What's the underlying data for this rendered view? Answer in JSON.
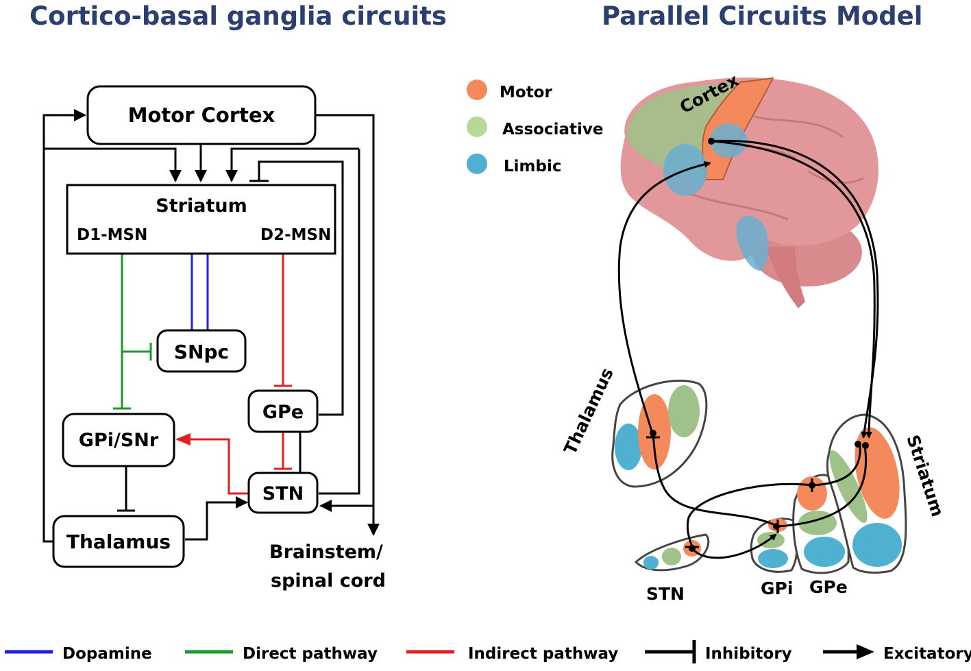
{
  "titles": {
    "left": "Cortico-basal ganglia circuits",
    "right": "Parallel Circuits Model"
  },
  "nodes": {
    "motor_cortex": "Motor Cortex",
    "striatum": "Striatum",
    "d1_msn": "D1-MSN",
    "d2_msn": "D2-MSN",
    "snpc": "SNpc",
    "gpe": "GPe",
    "gpi_snr": "GPi/SNr",
    "stn": "STN",
    "thalamus": "Thalamus",
    "brainstem_line1": "Brainstem/",
    "brainstem_line2": "spinal cord"
  },
  "brain_legend": [
    {
      "label": "Motor",
      "color": "#f48a5c"
    },
    {
      "label": "Associative",
      "color": "#b8d898"
    },
    {
      "label": "Limbic",
      "color": "#4fb0d0"
    }
  ],
  "brain_labels": {
    "cortex": "Cortex",
    "thalamus": "Thalamus",
    "striatum": "Striatum",
    "stn": "STN",
    "gpi": "GPi",
    "gpe": "GPe"
  },
  "bottom_legend": {
    "dopamine": "Dopamine",
    "direct": "Direct pathway",
    "indirect": "Indirect pathway",
    "inhibitory": "Inhibitory",
    "excitatory": "Excitatory"
  },
  "colors": {
    "dopamine": "#2020e0",
    "direct": "#1a9a2a",
    "indirect": "#e02020",
    "title": "#2b4070",
    "brain": "#e2989a"
  }
}
